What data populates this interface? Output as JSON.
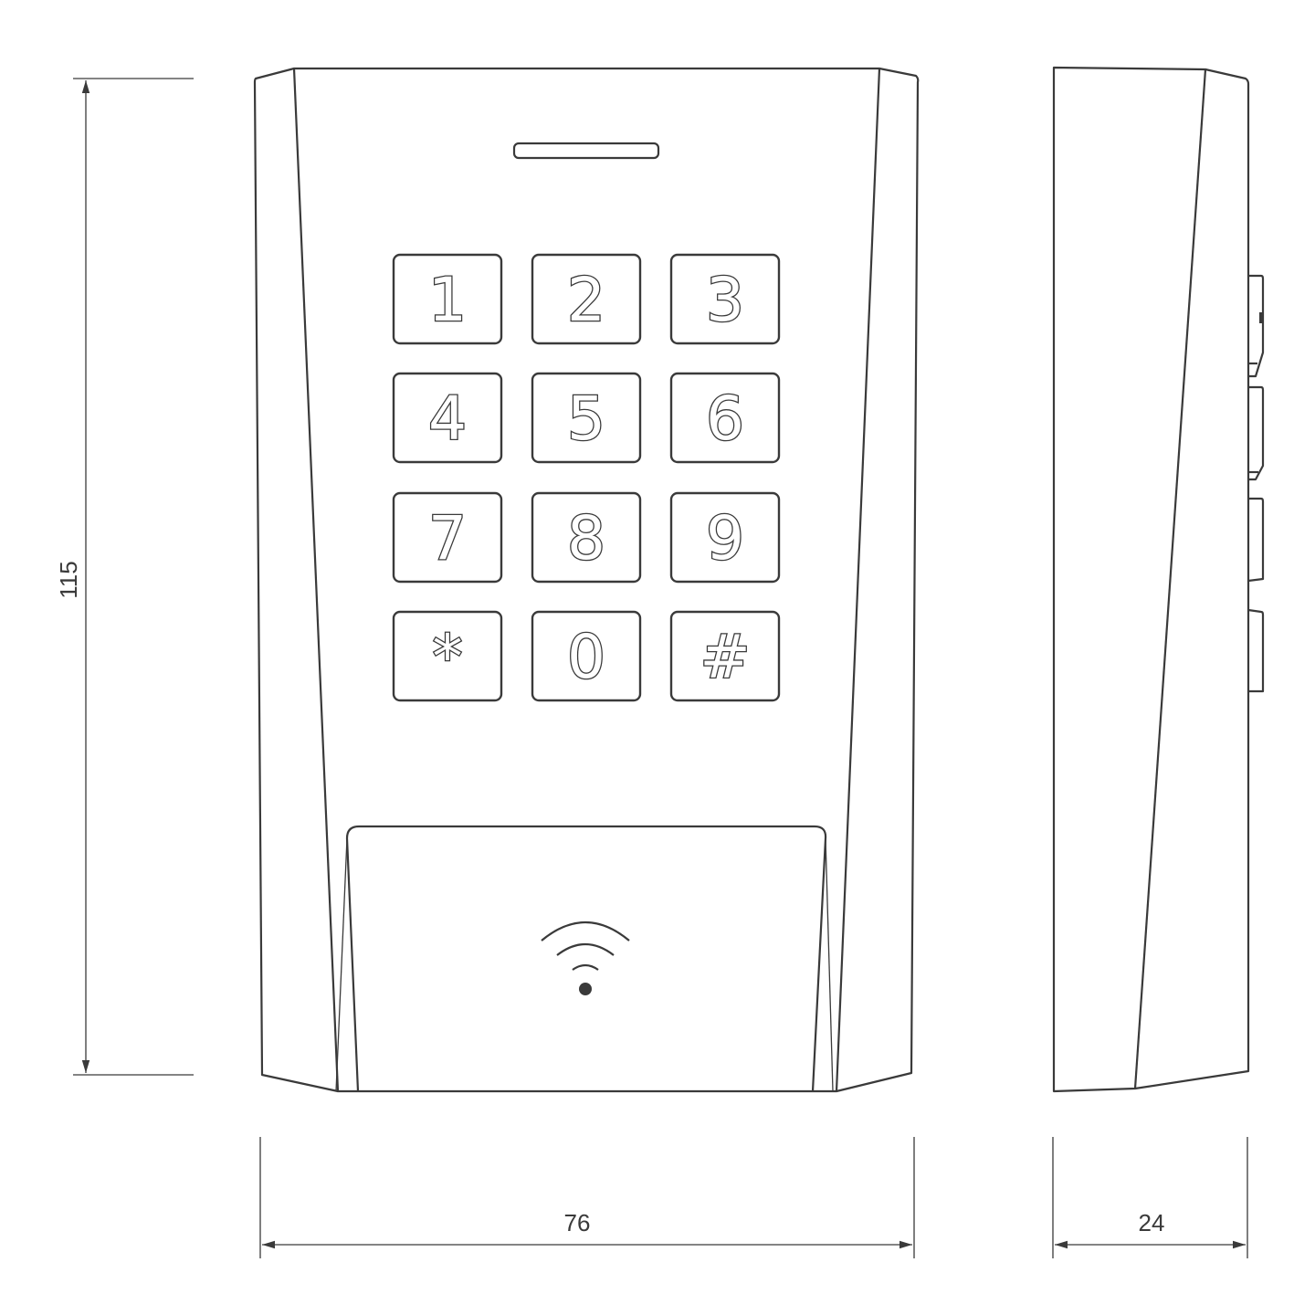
{
  "keypad": {
    "keys": [
      "1",
      "2",
      "3",
      "4",
      "5",
      "6",
      "7",
      "8",
      "9",
      "*",
      "0",
      "#"
    ]
  },
  "icons": {
    "reader": "rfid-contactless-icon"
  },
  "dimensions": {
    "height": "115",
    "width": "76",
    "depth": "24"
  },
  "colors": {
    "line": "#3a3a3a",
    "background": "#ffffff"
  }
}
